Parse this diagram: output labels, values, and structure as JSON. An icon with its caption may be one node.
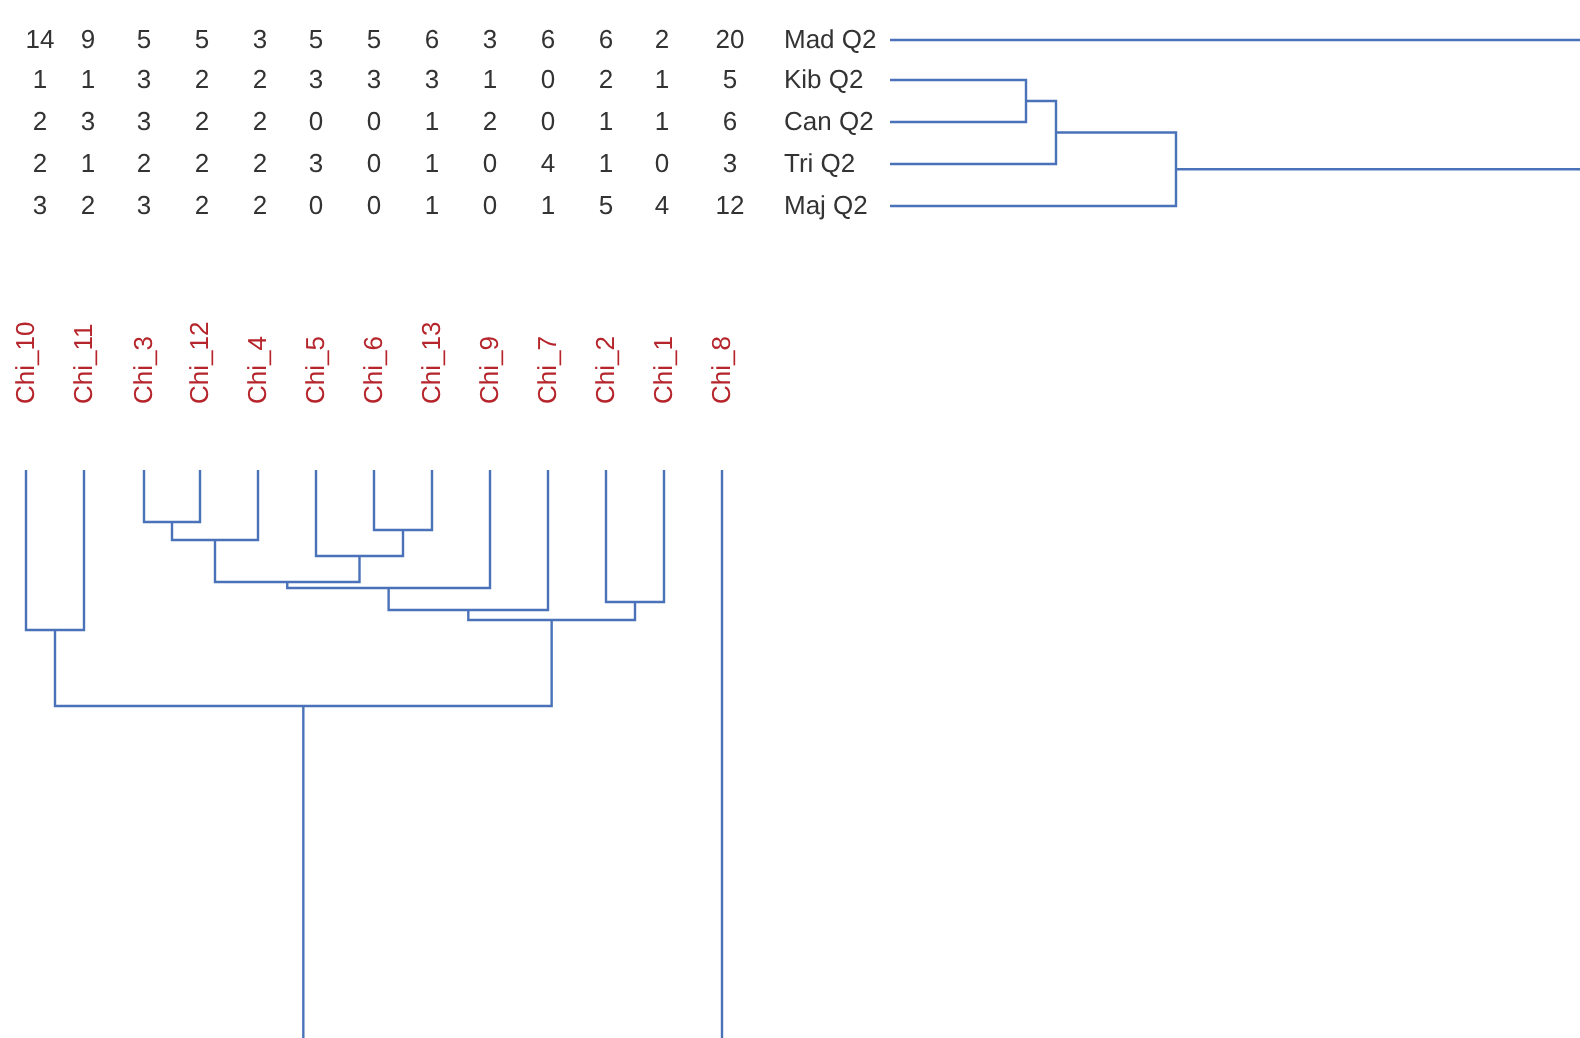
{
  "diagram": {
    "labels": [
      "14",
      "9",
      "5",
      "5",
      "3",
      "5",
      "5",
      "6",
      "3",
      "6",
      "6",
      "2",
      "20",
      "Mad Q2",
      "1",
      "1",
      "3",
      "2",
      "2",
      "3",
      "3",
      "3",
      "1",
      "0",
      "2",
      "1",
      "5",
      "Kib Q2",
      "2",
      "3",
      "3",
      "2",
      "2",
      "0",
      "0",
      "1",
      "2",
      "0",
      "1",
      "1",
      "6",
      "Can Q2",
      "2",
      "1",
      "2",
      "2",
      "2",
      "3",
      "0",
      "1",
      "0",
      "4",
      "1",
      "0",
      "3",
      "Tri Q2",
      "3",
      "2",
      "3",
      "2",
      "2",
      "0",
      "0",
      "1",
      "0",
      "1",
      "5",
      "4",
      "12",
      "Maj Q2",
      "Chi_10",
      "Chi_11",
      "Chi_3",
      "Chi_12",
      "Chi_4",
      "Chi_5",
      "Chi_6",
      "Chi_13",
      "Chi_9",
      "Chi_7",
      "Chi_2",
      "Chi_1",
      "Chi_8"
    ]
  }
}
